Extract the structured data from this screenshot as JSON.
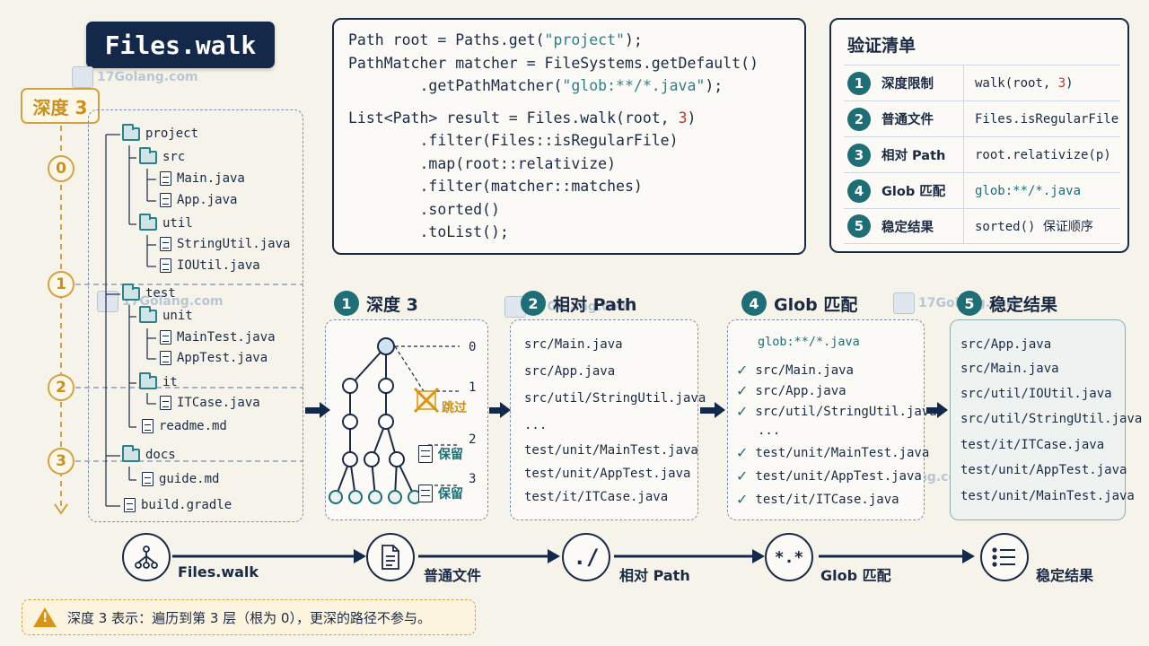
{
  "title": "Files.walk",
  "watermark": "17Golang.com",
  "depth_label": "深度 3",
  "depth_levels": [
    "0",
    "1",
    "2",
    "3"
  ],
  "tree": [
    {
      "name": "project",
      "kind": "folder"
    },
    {
      "name": "src",
      "kind": "folder"
    },
    {
      "name": "Main.java",
      "kind": "file"
    },
    {
      "name": "App.java",
      "kind": "file"
    },
    {
      "name": "util",
      "kind": "folder"
    },
    {
      "name": "StringUtil.java",
      "kind": "file"
    },
    {
      "name": "IOUtil.java",
      "kind": "file"
    },
    {
      "name": "test",
      "kind": "folder"
    },
    {
      "name": "unit",
      "kind": "folder"
    },
    {
      "name": "MainTest.java",
      "kind": "file"
    },
    {
      "name": "AppTest.java",
      "kind": "file"
    },
    {
      "name": "it",
      "kind": "folder"
    },
    {
      "name": "ITCase.java",
      "kind": "file"
    },
    {
      "name": "readme.md",
      "kind": "file"
    },
    {
      "name": "docs",
      "kind": "folder"
    },
    {
      "name": "guide.md",
      "kind": "file"
    },
    {
      "name": "build.gradle",
      "kind": "file"
    }
  ],
  "code": {
    "l1a": "Path root = Paths.get(",
    "l1s": "\"project\"",
    "l1b": ");",
    "l2": "PathMatcher matcher = FileSystems.getDefault()",
    "l3a": "        .getPathMatcher(",
    "l3s": "\"glob:**/*.java\"",
    "l3b": ");",
    "l4a": "List<Path> result = Files.walk(root, ",
    "l4n": "3",
    "l4b": ")",
    "l5": "        .filter(Files::isRegularFile)",
    "l6": "        .map(root::relativize)",
    "l7": "        .filter(matcher::matches)",
    "l8": "        .sorted()",
    "l9": "        .toList();"
  },
  "checklist": {
    "title": "验证清单",
    "rows": [
      {
        "num": "1",
        "label": "深度限制",
        "value_a": "walk(root, ",
        "value_n": "3",
        "value_b": ")"
      },
      {
        "num": "2",
        "label": "普通文件",
        "value": "Files.isRegularFile"
      },
      {
        "num": "3",
        "label": "相对 Path",
        "value": "root.relativize(p)"
      },
      {
        "num": "4",
        "label": "Glob 匹配",
        "value": "glob:**/*.java"
      },
      {
        "num": "5",
        "label": "稳定结果",
        "value": "sorted() 保证顺序"
      }
    ]
  },
  "stages": {
    "s1": {
      "num": "1",
      "label": "深度 3",
      "skip": "跳过",
      "keep": "保留",
      "depths": [
        "0",
        "1",
        "2",
        "3"
      ]
    },
    "s2": {
      "num": "2",
      "label": "相对 Path",
      "items": [
        "src/Main.java",
        "src/App.java",
        "src/util/StringUtil.java",
        "...",
        "test/unit/MainTest.java",
        "test/unit/AppTest.java",
        "test/it/ITCase.java"
      ]
    },
    "s4": {
      "num": "4",
      "label": "Glob 匹配",
      "glob": "glob:**/*.java",
      "items": [
        "src/Main.java",
        "src/App.java",
        "src/util/StringUtil.java",
        "...",
        "test/unit/MainTest.java",
        "test/unit/AppTest.java",
        "test/it/ITCase.java"
      ]
    },
    "s5": {
      "num": "5",
      "label": "稳定结果",
      "items": [
        "src/App.java",
        "src/Main.java",
        "src/util/IOUtil.java",
        "src/util/StringUtil.java",
        "test/it/ITCase.java",
        "test/unit/AppTest.java",
        "test/unit/MainTest.java"
      ]
    }
  },
  "flow": [
    {
      "label": "Files.walk",
      "icon": "hierarchy-icon"
    },
    {
      "label": "普通文件",
      "icon": "document-icon"
    },
    {
      "label": "相对 Path",
      "icon": "relative-path-icon"
    },
    {
      "label": "Glob 匹配",
      "icon": "glob-icon"
    },
    {
      "label": "稳定结果",
      "icon": "list-icon"
    }
  ],
  "note": "深度 3 表示：遍历到第 3 层（根为 0），更深的路径不参与。",
  "colors": {
    "navy": "#14284a",
    "teal": "#1f6d75",
    "gold": "#d1a144",
    "red": "#c0392b"
  }
}
